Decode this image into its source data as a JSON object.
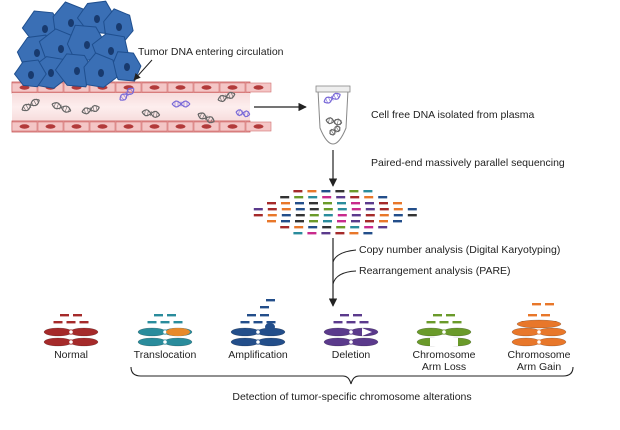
{
  "labels": {
    "tumor_dna": "Tumor DNA entering circulation",
    "cfdna": "Cell free DNA isolated from plasma",
    "sequencing": "Paired-end massively parallel sequencing",
    "copy_number": "Copy number analysis (Digital Karyotyping)",
    "rearrangement": "Rearrangement analysis (PARE)",
    "detection": "Detection of tumor-specific chromosome alterations"
  },
  "categories": [
    {
      "id": "normal",
      "line1": "Normal",
      "line2": "",
      "color": "#a52a2a"
    },
    {
      "id": "translocation",
      "line1": "Translocation",
      "line2": "",
      "color": "#2a8c9c",
      "accent": "#e8892a"
    },
    {
      "id": "amplification",
      "line1": "Amplification",
      "line2": "",
      "color": "#234e8a"
    },
    {
      "id": "deletion",
      "line1": "Deletion",
      "line2": "",
      "color": "#5b3a8c"
    },
    {
      "id": "arm-loss",
      "line1": "Chromosome",
      "line2": "Arm Loss",
      "color": "#6a9a2a"
    },
    {
      "id": "arm-gain",
      "line1": "Chromosome",
      "line2": "Arm Gain",
      "color": "#e8772a"
    }
  ],
  "colors": {
    "tumor": "#3a6fb5",
    "vessel": "#f1c3c3",
    "vessel_wall": "#c85a5a",
    "dna_normal": "#666666",
    "dna_tumor": "#7a6ad8",
    "arrow": "#222222"
  }
}
